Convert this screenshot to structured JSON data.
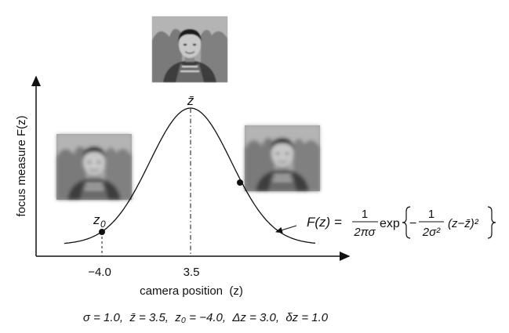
{
  "diagram": {
    "y_axis_label": "focus measure F(z)",
    "x_axis_label": "camera position  (z)",
    "tick_labels": [
      "−4.0",
      "3.5"
    ],
    "peak_label": "z̄",
    "z0_label_base": "z",
    "z0_label_sub": "0",
    "formula": {
      "lhs": "F(z) =",
      "frac1_num": "1",
      "frac1_den": "2πσ",
      "exp": "exp",
      "minus": "−",
      "frac2_num": "1",
      "frac2_den": "2σ²",
      "tail": "(z−z̄)²"
    },
    "parameters": "σ = 1.0,  z̄ = 3.5,  z₀ = −4.0,  Δz = 3.0,  δz = 1.0",
    "images": [
      {
        "name": "left",
        "description_level": "blurred"
      },
      {
        "name": "top",
        "description_level": "sharp"
      },
      {
        "name": "right",
        "description_level": "blurred"
      }
    ],
    "colors": {
      "line": "#111111",
      "photo_bg": "#9a9a9a",
      "photo_dark": "#3a3a3a"
    }
  }
}
